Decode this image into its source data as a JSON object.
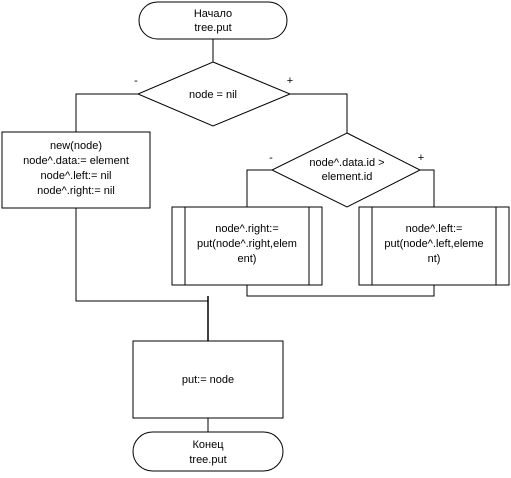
{
  "start": {
    "line1": "Начало",
    "line2": "tree.put"
  },
  "decision1": {
    "text": "node = nil",
    "no_label": "-",
    "yes_label": "+"
  },
  "new_node_block": {
    "lines": [
      "new(node)",
      "node^.data:= element",
      "node^.left:= nil",
      "node^.right:= nil"
    ]
  },
  "decision2": {
    "line1": "node^.data.id >",
    "line2": "element.id",
    "no_label": "-",
    "yes_label": "+"
  },
  "put_right_block": {
    "lines": [
      "node^.right:=",
      "put(node^.right,elem",
      "ent)"
    ]
  },
  "put_left_block": {
    "lines": [
      "node^.left:=",
      "put(node^.left,eleme",
      "nt)"
    ]
  },
  "assign_block": {
    "text": "put:= node"
  },
  "end": {
    "line1": "Конец",
    "line2": "tree.put"
  }
}
